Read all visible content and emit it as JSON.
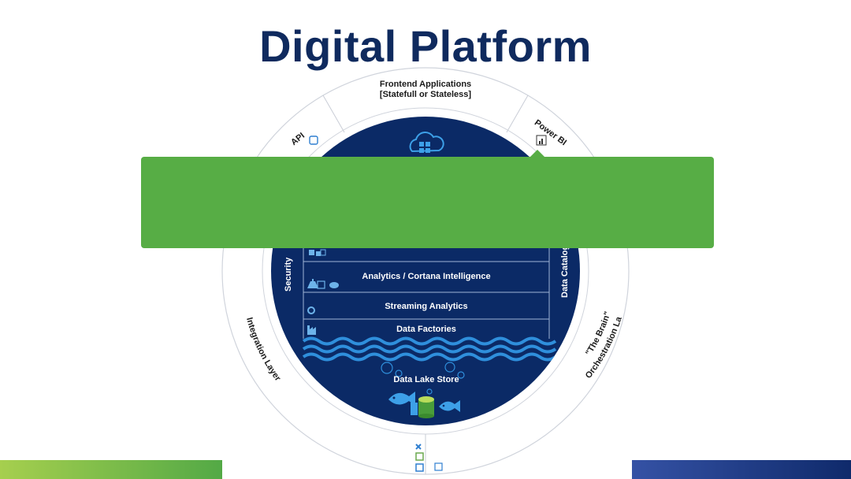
{
  "title": "Digital Platform",
  "outer_ring": {
    "top": [
      "Frontend Applications",
      "[Statefull or Stateless]"
    ],
    "api": "API",
    "power_bi": "Power BI",
    "integration_layer": "Integration Layer",
    "brain": [
      "\"The Brain\"",
      "Orchestration Layer"
    ]
  },
  "inner": {
    "security": "Security",
    "data_catalog": "Data Catalog",
    "layers": [
      "Analytics / Cortana Intelligence",
      "Streaming Analytics",
      "Data Factories"
    ],
    "data_lake": "Data Lake Store"
  },
  "colors": {
    "navy": "#0f2a5e",
    "circle": "#0b2a66",
    "green": "#57ad45",
    "wave": "#2f8fdc"
  }
}
